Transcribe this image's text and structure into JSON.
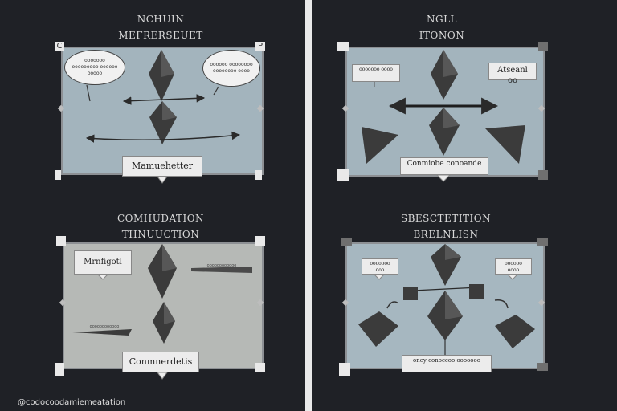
{
  "panels": {
    "top_left": {
      "title": [
        "NCHUIN",
        "MEFRERSEUET"
      ],
      "corner_left": "C",
      "corner_right": "P",
      "bubble_left": "ooooooo ooooooooo oooooo ooooo",
      "bubble_right": "oooooo oooooooo oooooooo oooo",
      "label": "Mamuehetter"
    },
    "top_right": {
      "title": [
        "NGLL",
        "ITONON"
      ],
      "label_left": "ooooooo oooo",
      "label_right": "Atseanl oo",
      "label": "Conmiobe conoande"
    },
    "bottom_left": {
      "title": [
        "COMHUDATION",
        "THNUUCTION"
      ],
      "label_left": "Mrnfigotl",
      "label": "Conmnerdetis",
      "strip_right": "oooooooooooo",
      "strip_left": "oooooooooooo"
    },
    "bottom_right": {
      "title": [
        "SBESCTETITION",
        "BRELNLISN"
      ],
      "label_left": "ooooooo ooo",
      "label_right": "oooooo oooo",
      "label": "oney conoccoo ooooooo"
    }
  },
  "caption": "@codocoodamiemeatation",
  "colors": {
    "background": "#1f2126",
    "board_blue": "#a3b4bd",
    "board_grey": "#b6b9b6",
    "shape": "#3b3b3b"
  }
}
